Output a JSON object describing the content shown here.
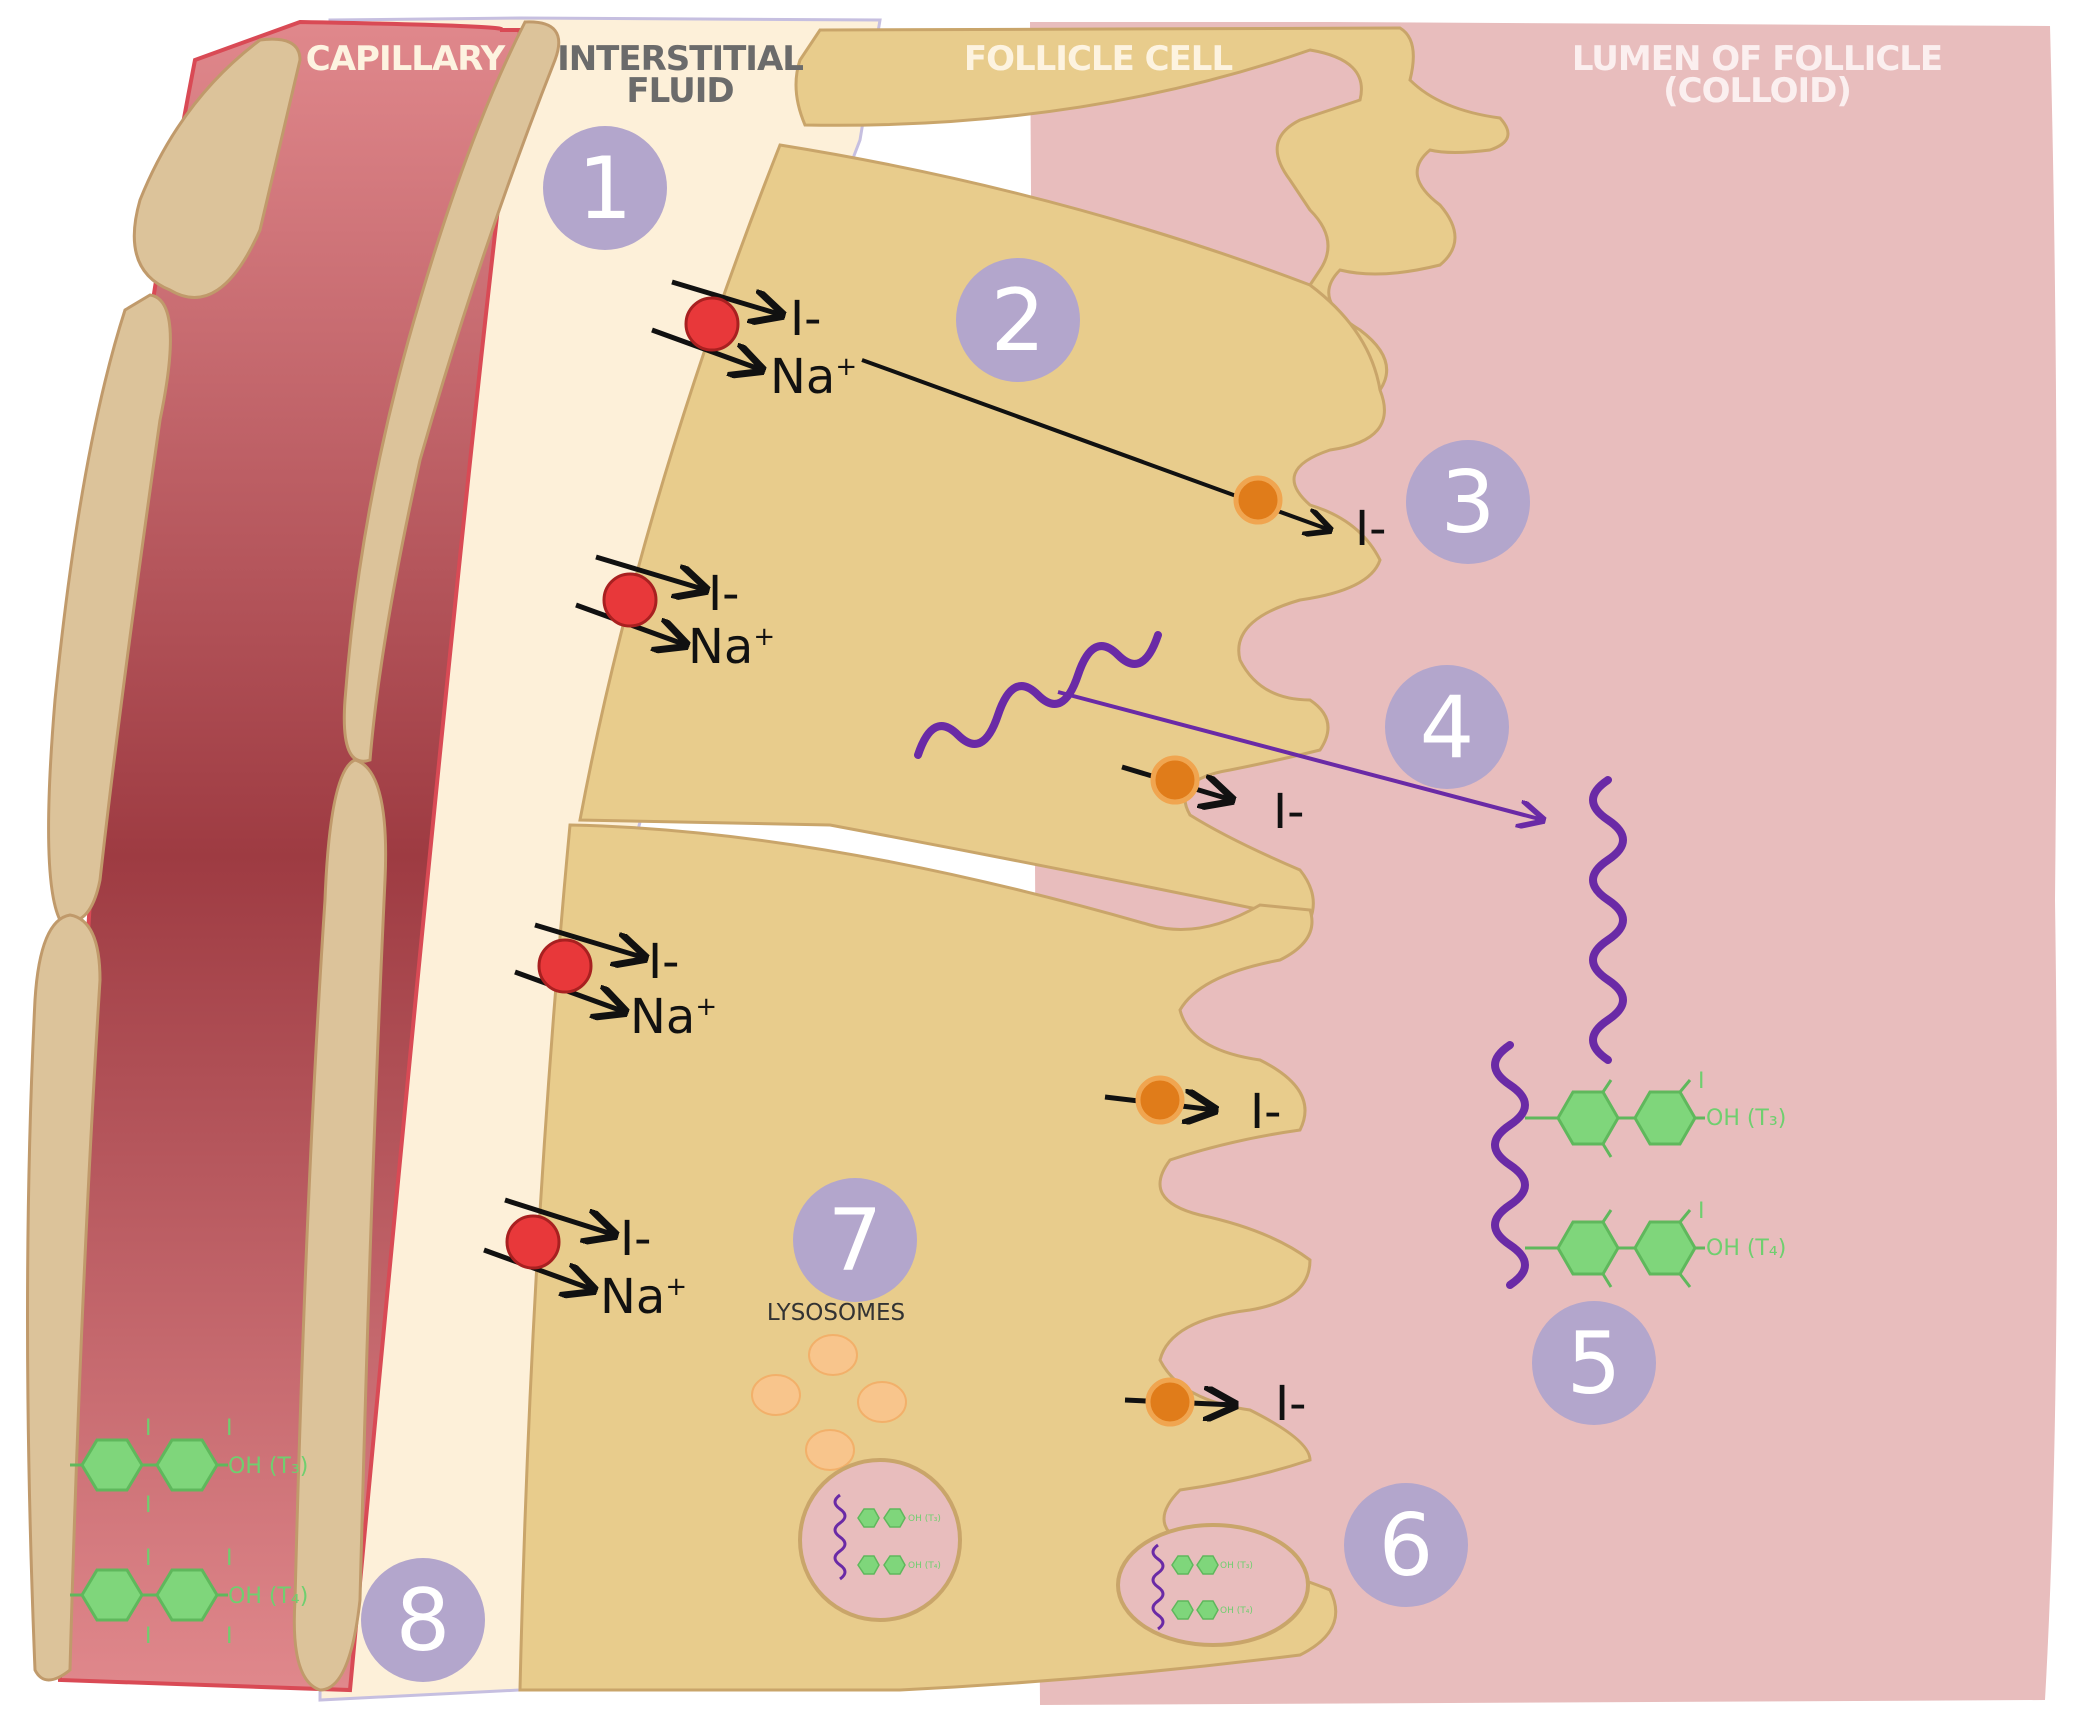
{
  "labels": {
    "capillary": "CAPILLARY",
    "interstitial_line1": "INTERSTITIAL",
    "interstitial_line2": "FLUID",
    "follicle_cell": "FOLLICLE CELL",
    "lumen_line1": "LUMEN OF FOLLICLE",
    "lumen_line2": "(COLLOID)",
    "lysosomes": "LYSOSOMES"
  },
  "steps": [
    "1",
    "2",
    "3",
    "4",
    "5",
    "6",
    "7",
    "8"
  ],
  "ions": {
    "iodide": "I-",
    "sodium": "Na",
    "sodium_charge": "+"
  },
  "hormones": {
    "t3": "OH (T₃)",
    "t4": "OH (T₄)",
    "iodine_atom": "I"
  },
  "colors": {
    "follicle_cell": "#e8cc8c",
    "cell_outline": "#c9a56a",
    "interstitial": "#fdf0d9",
    "colloid": "#e8bdbd",
    "capillary_light": "#dc878a",
    "capillary_dark": "#a3454b",
    "capillary_wall": "#dcc39a",
    "step_circle": "#b3a6cc",
    "symporter": "#e8383a",
    "pendrin": "#e07c1a",
    "thyroglobulin": "#6a2aa6",
    "hormone_green": "#7fd67b",
    "lysosome": "#f8c58c"
  }
}
